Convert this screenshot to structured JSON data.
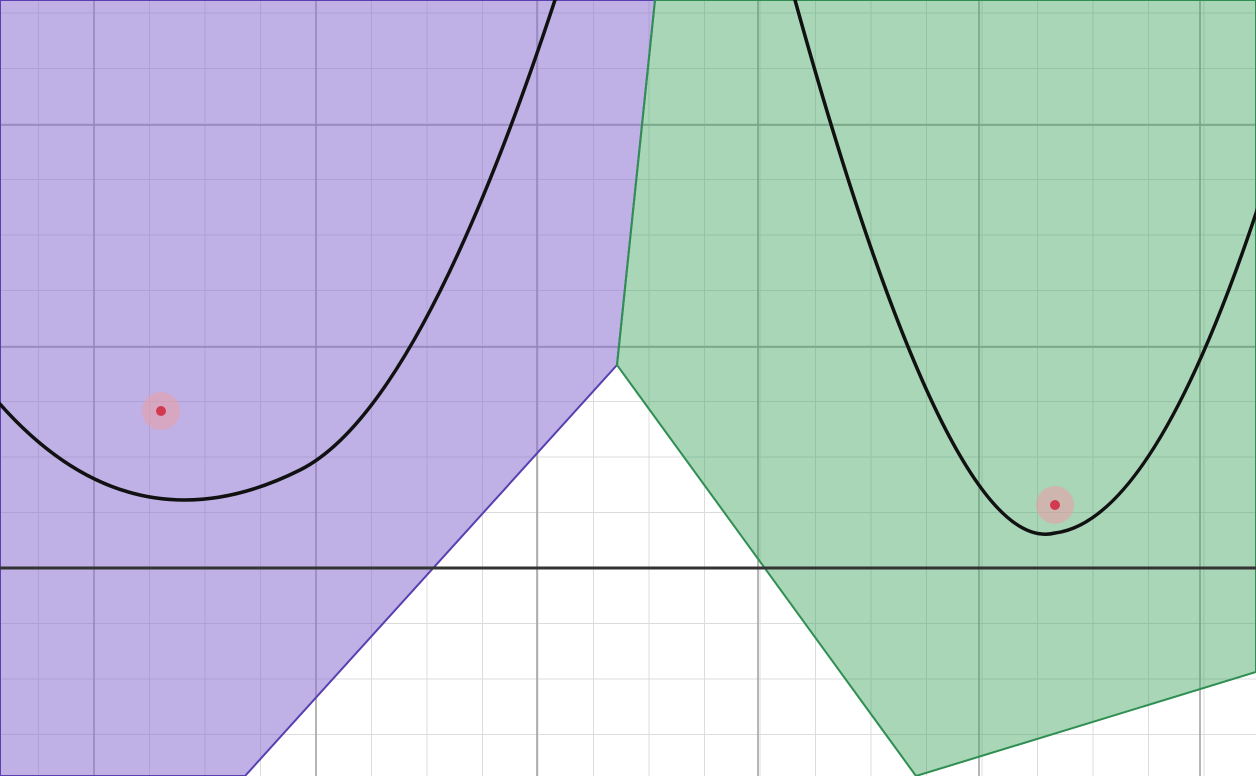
{
  "diagram": {
    "colors": {
      "background": "#ffffff",
      "minor_grid": "#dcdcdc",
      "major_grid": "#9e9e9e",
      "axis": "#333333",
      "region_left_fill": "#8b6fcf",
      "region_left_stroke": "#5a3fb0",
      "region_right_fill": "#3da55f",
      "region_right_stroke": "#2f8f52",
      "parabola": "#111111",
      "point": "#d23b4f",
      "point_halo": "#e8a0a8"
    },
    "regions": [
      {
        "name": "region-left",
        "color_key": "region_left"
      },
      {
        "name": "region-right",
        "color_key": "region_right"
      }
    ],
    "parabolas": [
      {
        "name": "parabola-left"
      },
      {
        "name": "parabola-right"
      }
    ],
    "points": [
      {
        "name": "point-left"
      },
      {
        "name": "point-right"
      }
    ]
  }
}
